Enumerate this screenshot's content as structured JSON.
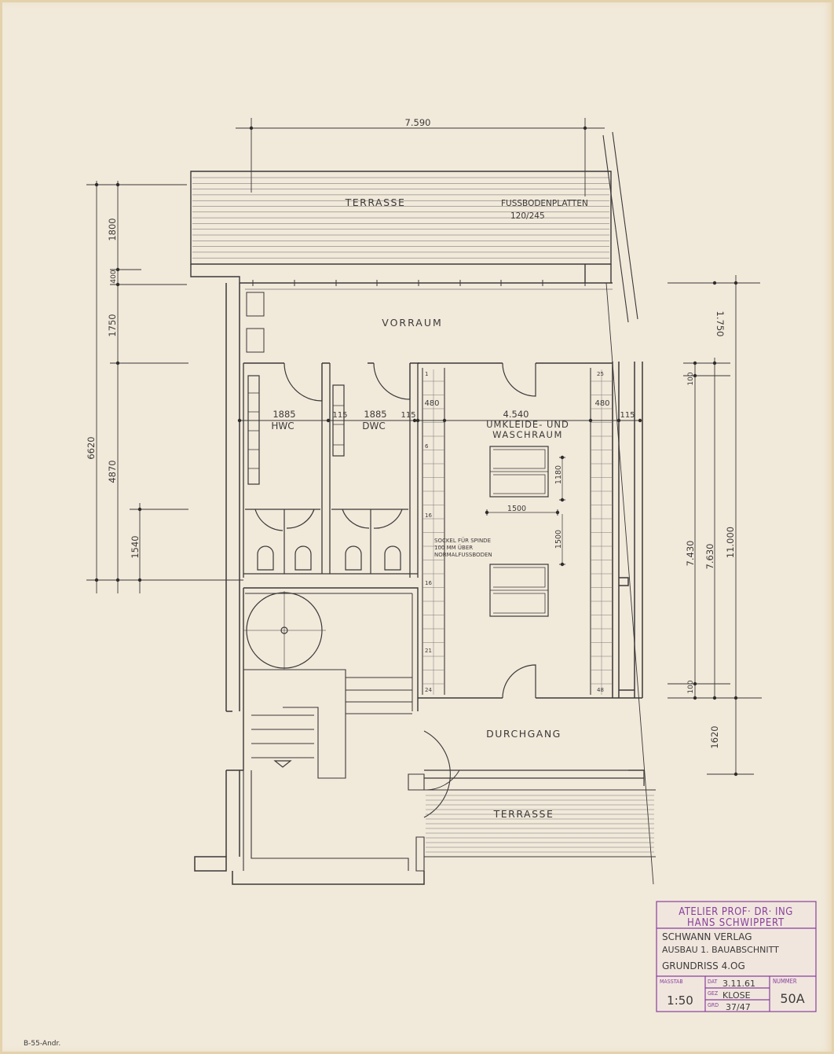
{
  "plan": {
    "rooms": {
      "terrace_top": "TERRASSE",
      "floor_tiles": "FUSSBODENPLATTEN",
      "tile_size": "120/245",
      "vorraum": "VORRAUM",
      "hwc": "HWC",
      "dwc": "DWC",
      "wash_1": "UMKLEIDE- UND",
      "wash_2": "WASCHRAUM",
      "durchgang": "DURCHGANG",
      "terrace_bottom": "TERRASSE",
      "note_1": "SOCKEL FÜR SPINDE",
      "note_2": "100 MM ÜBER",
      "note_3": "NORMALFUSSBODEN"
    },
    "dims": {
      "top_width": "7.590",
      "left_1800": "1800",
      "left_400": "400",
      "left_1750": "1750",
      "left_4870": "4870",
      "left_6620": "6620",
      "left_1540": "1540",
      "w_hwc": "1885",
      "w_115a": "115",
      "w_dwc": "1885",
      "w_115b": "115",
      "w_480a": "480",
      "w_main": "4.540",
      "w_480b": "480",
      "w_115c": "115",
      "cab_1180": "1180",
      "cab_1500w": "1500",
      "cab_1500h": "1500",
      "r_1750": "1.750",
      "r_100a": "100",
      "r_7430": "7.430",
      "r_7630": "7.630",
      "r_11000": "11.000",
      "r_100b": "100",
      "r_1620": "1620"
    },
    "locker_numbers": [
      "1",
      "6",
      "16",
      "16",
      "21",
      "24",
      "25",
      "48"
    ]
  },
  "titleblock": {
    "atelier_1": "ATELIER PROF· DR· ING",
    "atelier_2": "HANS SCHWIPPERT",
    "client_1": "SCHWANN VERLAG",
    "client_2": "AUSBAU 1. BAUABSCHNITT",
    "drawing": "GRUNDRISS 4.OG",
    "masstab_label": "MASSTAB",
    "masstab": "1:50",
    "dat_label": "DAT",
    "date": "3.11.61",
    "gez_label": "GEZ",
    "gez": "KLOSE",
    "grd_label": "GRD",
    "grd": "37/47",
    "nummer_label": "NUMMER",
    "nummer": "50A",
    "ink_color": "#8a3f9c"
  },
  "archive_mark": "B-55-Andr."
}
